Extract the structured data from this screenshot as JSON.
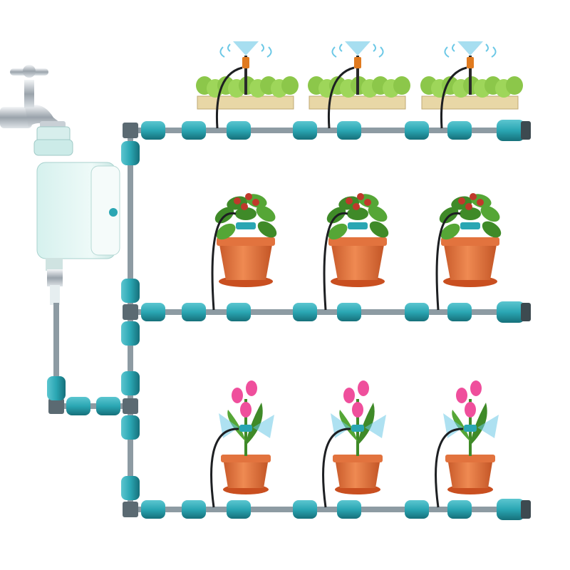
{
  "diagram": {
    "type": "drip-irrigation-system",
    "components": {
      "faucet": "faucet-icon",
      "timer": "water-timer",
      "rows": [
        {
          "plant": "lettuce-planter",
          "emitter": "spray-nozzle",
          "count": 3
        },
        {
          "plant": "potted-flower",
          "emitter": "drip-stake",
          "count": 3
        },
        {
          "plant": "potted-tulip",
          "emitter": "mist-sprayer",
          "count": 3
        }
      ]
    },
    "colors": {
      "connector": "#2aa6b3",
      "connector_dark": "#16707a",
      "pipe": "#8d9ba3",
      "tee": "#5b6a72",
      "timer_body": "#e3f6f4",
      "pot": "#e2733e",
      "leaf": "#55a636",
      "tulip": "#ef4f9c",
      "planter_tray": "#e8d7a6",
      "lettuce": "#9ed65a",
      "mist": "#6cc8e6"
    }
  }
}
